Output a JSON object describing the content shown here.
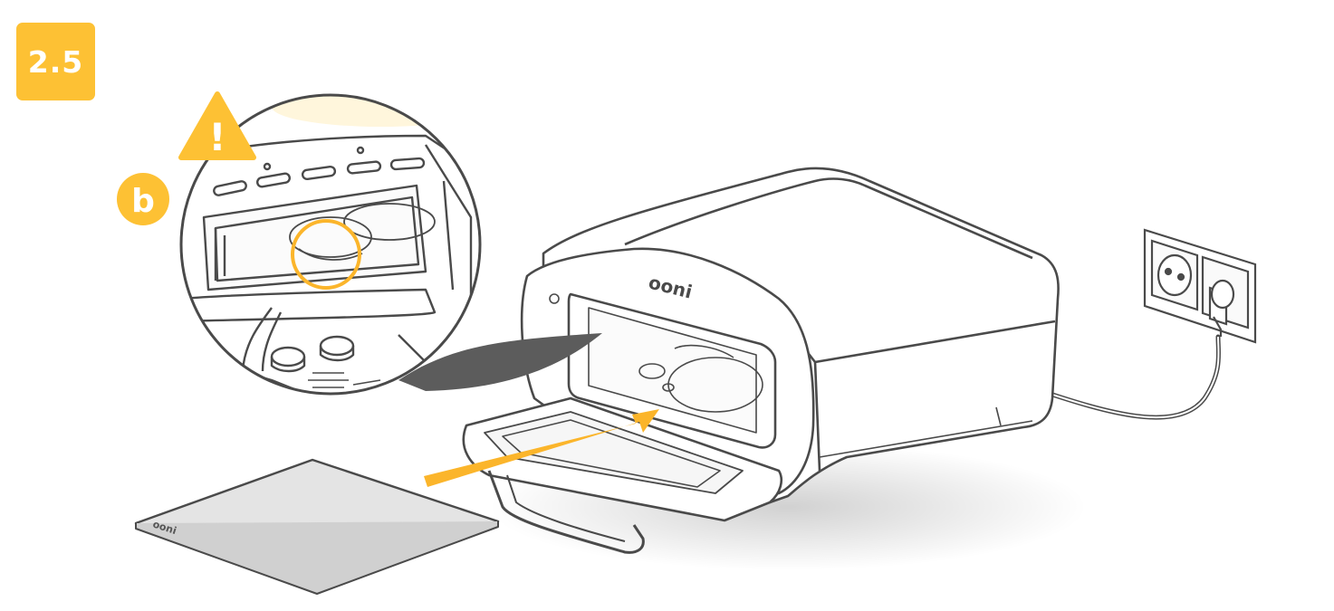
{
  "step": {
    "number": "2.5"
  },
  "callout": {
    "label": "b"
  },
  "warning": {
    "symbol": "!"
  },
  "brand": {
    "oven_logo": "ooni",
    "stone_logo": "ooni"
  },
  "colors": {
    "accent": "#FDC134",
    "arrow": "#FBB52B",
    "outline": "#4A4A4A",
    "shadow": "#5C5C5C",
    "stone": "#E4E4E4",
    "white": "#FFFFFF"
  },
  "icons": {
    "warning": "warning-triangle-icon",
    "arrow": "insert-arrow-icon",
    "outlet": "wall-socket-icon"
  }
}
